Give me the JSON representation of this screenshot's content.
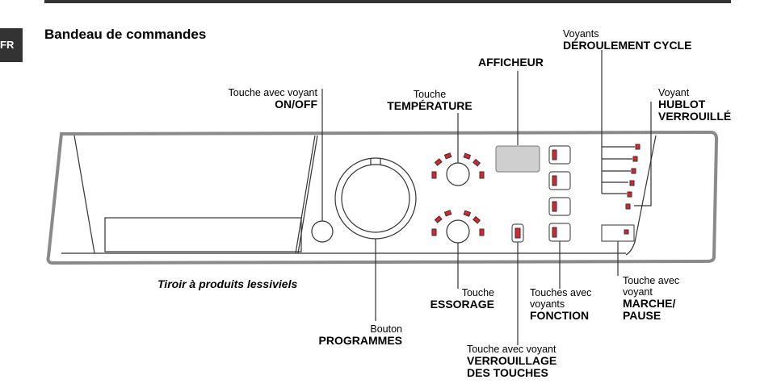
{
  "header": {
    "title": "Bandeau de commandes",
    "language_tab": "FR"
  },
  "labels": {
    "onoff": {
      "line1": "Touche avec voyant",
      "line2": "ON/OFF"
    },
    "temperature": {
      "line1": "Touche",
      "line2": "TEMPÉRATURE"
    },
    "display": {
      "line1": "AFFICHEUR"
    },
    "cycle": {
      "line1": "Voyants",
      "line2": "DÉROULEMENT CYCLE"
    },
    "door": {
      "line1": "Voyant",
      "line2": "HUBLOT",
      "line3": "VERROUILLÉ"
    },
    "drawer": {
      "line1": "Tiroir à produits lessiviels"
    },
    "programmes": {
      "line1": "Bouton",
      "line2": "PROGRAMMES"
    },
    "spin": {
      "line1": "Touche",
      "line2": "ESSORAGE"
    },
    "lock": {
      "line1": "Touche avec voyant",
      "line2": "VERROUILLAGE",
      "line3": "DES TOUCHES"
    },
    "function": {
      "line1": "Touches avec",
      "line2": "voyants",
      "line3": "FONCTION"
    },
    "startpause": {
      "line1": "Touche avec",
      "line2": "voyant",
      "line3": "MARCHE/",
      "line4": "PAUSE"
    }
  },
  "colors": {
    "led": "#e0232b",
    "panel_outline": "#8a8a8a",
    "display": "#cfcfcf"
  }
}
